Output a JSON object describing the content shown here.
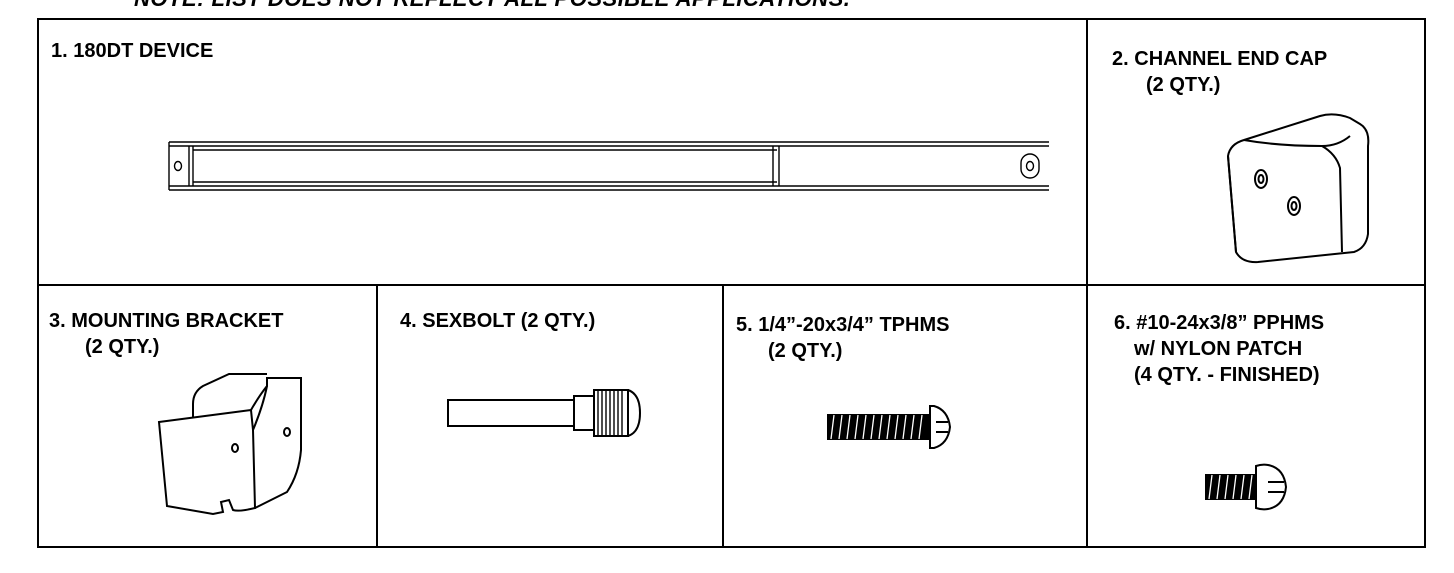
{
  "note": "NOTE: LIST DOES NOT REFLECT ALL POSSIBLE APPLICATIONS.",
  "parts": [
    {
      "number": "1.",
      "name": "180DT DEVICE",
      "qty": "",
      "icon": "door-closer-track-drawing"
    },
    {
      "number": "2.",
      "name": "CHANNEL END CAP",
      "qty": "(2 QTY.)",
      "icon": "end-cap-drawing"
    },
    {
      "number": "3.",
      "name": "MOUNTING BRACKET",
      "qty": "(2 QTY.)",
      "icon": "bracket-drawing"
    },
    {
      "number": "4.",
      "name": "SEXBOLT (2 QTY.)",
      "qty": "",
      "icon": "sexbolt-drawing"
    },
    {
      "number": "5.",
      "name": "1/4”-20x3/4” TPHMS",
      "qty": "(2 QTY.)",
      "icon": "truss-head-screw-drawing"
    },
    {
      "number": "6.",
      "name": "#10-24x3/8” PPHMS",
      "qty": "w/ NYLON PATCH",
      "qty2": "(4 QTY. - FINISHED)",
      "icon": "pan-head-screw-drawing"
    }
  ]
}
